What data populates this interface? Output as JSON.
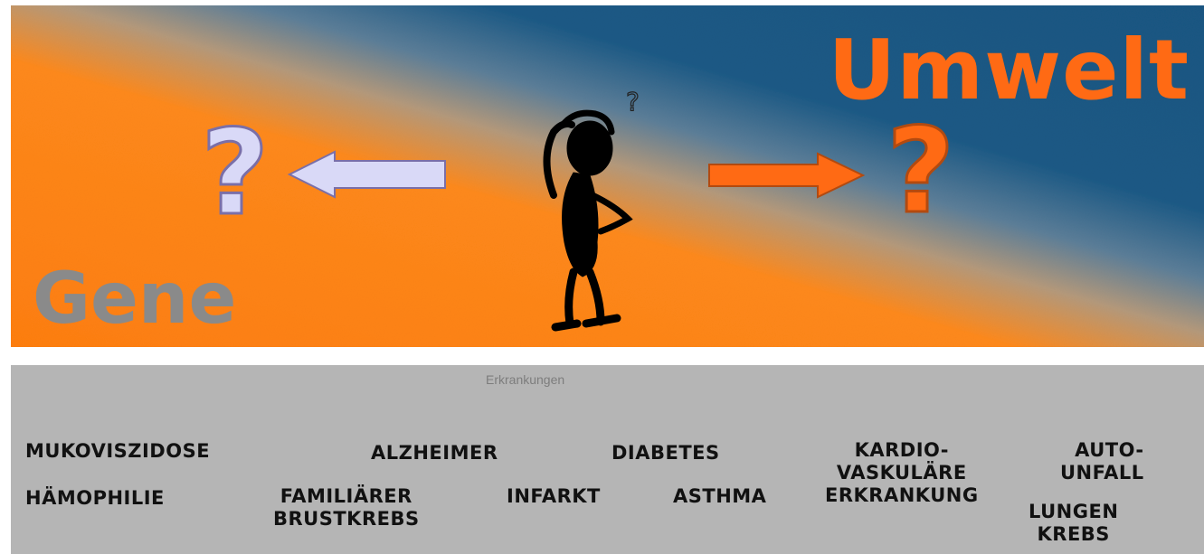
{
  "banner": {
    "colors": {
      "orange": "#ff7f11",
      "blue": "#1c5a86",
      "gene_gray": "#8a8a8a",
      "umwelt_orange": "#ff6a14",
      "lavender": "#d9d9f7"
    },
    "left_word": "Gene",
    "right_word": "Umwelt",
    "left_question": "?",
    "right_question": "?",
    "thought_question": "?",
    "icons": [
      "left-arrow-icon",
      "right-arrow-icon",
      "thinking-figure-icon"
    ]
  },
  "panel": {
    "title": "Erkrankungen",
    "diseases": [
      "MUKOVISZIDOSE",
      "HÄMOPHILIE",
      "ALZHEIMER",
      "FAMILIÄRER\nBRUSTKREBS",
      "DIABETES",
      "INFARKT",
      "ASTHMA",
      "KARDIO-\nVASKULÄRE\nERKRANKUNG",
      "AUTO-\nUNFALL",
      "LUNGEN\nKREBS"
    ]
  }
}
